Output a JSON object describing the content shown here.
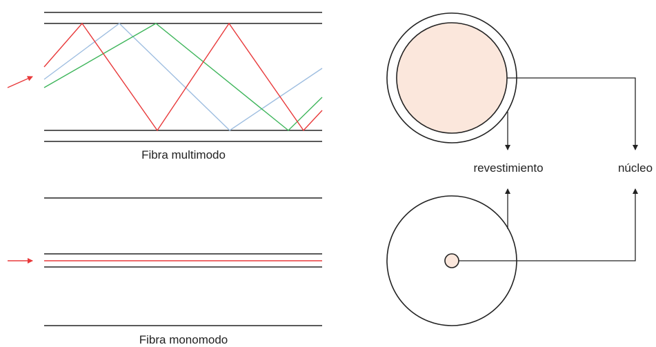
{
  "labels": {
    "multimode": "Fibra multimodo",
    "singlemode": "Fibra monomodo",
    "cladding": "revestimiento",
    "core": "núcleo"
  },
  "colors": {
    "line": "#222222",
    "ray_red": "#e8393a",
    "ray_blue": "#9dbde0",
    "ray_green": "#3db55a",
    "core_fill": "#fbe7dc",
    "arrow_red": "#e8393a"
  }
}
